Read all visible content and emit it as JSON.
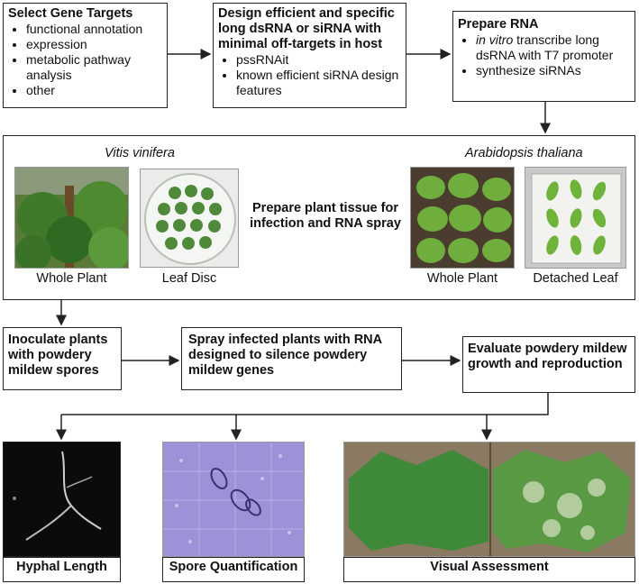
{
  "step_select": {
    "title": "Select Gene Targets",
    "items": [
      "functional annotation",
      "expression",
      "metabolic pathway analysis",
      "other"
    ]
  },
  "step_design": {
    "title": "Design efficient and specific long dsRNA or siRNA with minimal off-targets in host",
    "items": [
      "pssRNAit",
      "known efficient siRNA design features"
    ]
  },
  "step_prepare_rna": {
    "title": "Prepare RNA",
    "item1_italic": "in vitro",
    "item1_rest": " transcribe long dsRNA with T7 promoter",
    "item2": "synthesize siRNAs"
  },
  "tissue": {
    "species_left": "Vitis vinifera",
    "species_right": "Arabidopsis thaliana",
    "center_text": "Prepare plant tissue for infection and RNA spray",
    "captions": [
      "Whole Plant",
      "Leaf Disc",
      "Whole Plant",
      "Detached Leaf"
    ]
  },
  "step_inoculate": {
    "title": "Inoculate plants with powdery mildew spores"
  },
  "step_spray": {
    "title": "Spray infected plants with RNA designed to silence powdery mildew genes"
  },
  "step_evaluate": {
    "title": "Evaluate powdery mildew growth and reproduction"
  },
  "results": {
    "labels": [
      "Hyphal Length",
      "Spore Quantification",
      "Visual Assessment"
    ]
  }
}
